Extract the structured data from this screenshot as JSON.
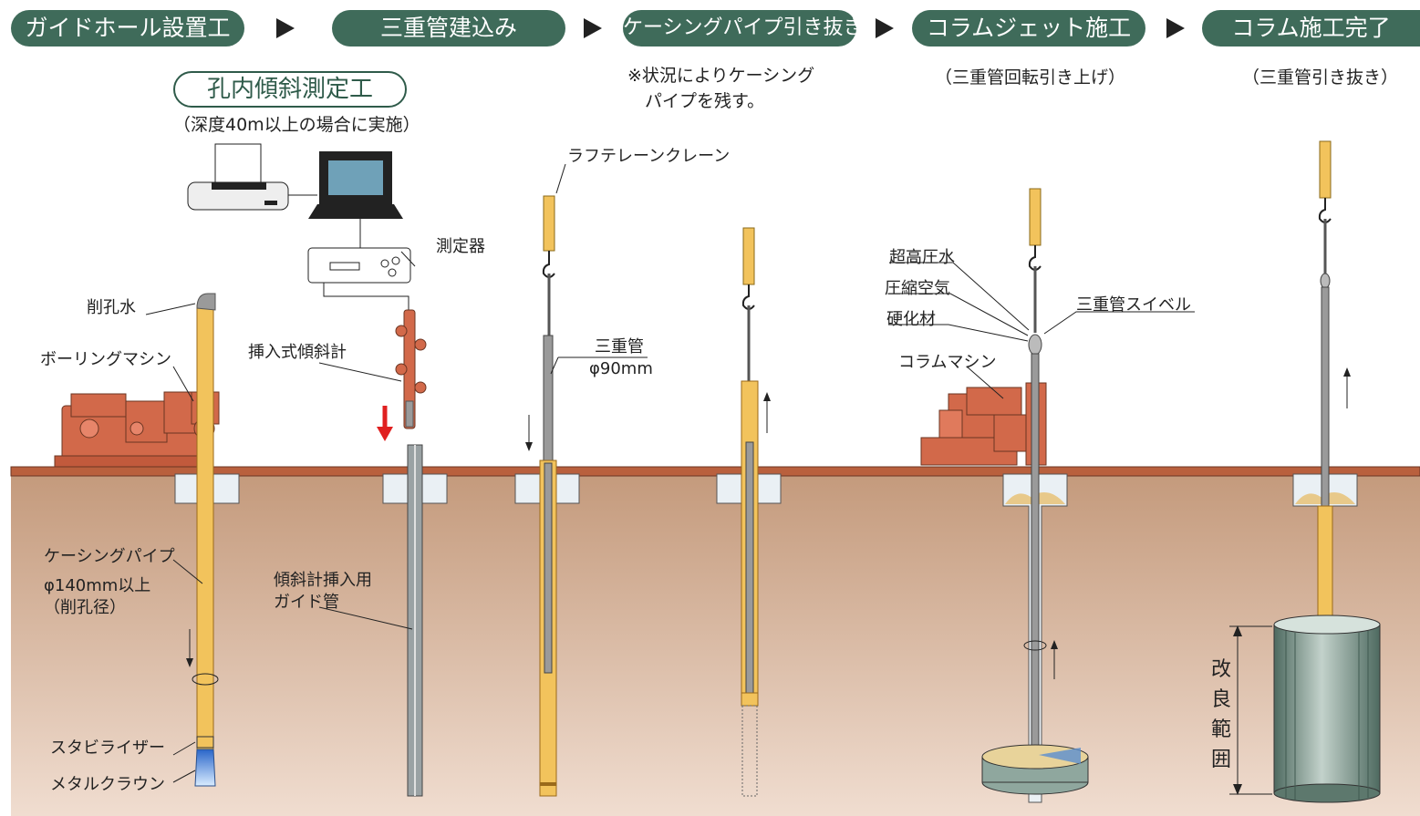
{
  "steps": [
    {
      "label": "ガイドホール設置工"
    },
    {
      "label": "三重管建込み"
    },
    {
      "label": "ケーシングパイプ引き抜き"
    },
    {
      "label": "コラムジェット施工"
    },
    {
      "label": "コラム施工完了"
    }
  ],
  "sub_step": {
    "title": "孔内傾斜測定工",
    "note": "（深度40m以上の場合に実施）"
  },
  "notes": {
    "casing_note_1": "※状況によりケーシング",
    "casing_note_2": "パイプを残す。",
    "jet_note": "（三重管回転引き上げ）",
    "done_note": "（三重管引き抜き）"
  },
  "labels": {
    "drill_water": "削孔水",
    "boring_machine": "ボーリングマシン",
    "casing_pipe": "ケーシングパイプ",
    "casing_dia": "φ140mm以上",
    "casing_dia_note": "（削孔径）",
    "stabilizer": "スタビライザー",
    "metal_crown": "メタルクラウン",
    "instrument": "測定器",
    "inclinometer": "挿入式傾斜計",
    "guide_pipe_1": "傾斜計挿入用",
    "guide_pipe_2": "ガイド管",
    "crane": "ラフテレーンクレーン",
    "triple_pipe": "三重管",
    "triple_dia": "φ90mm",
    "ultra_water": "超高圧水",
    "compressed_air": "圧縮空気",
    "hardener": "硬化材",
    "swivel": "三重管スイベル",
    "column_machine": "コラムマシン",
    "improvement_zone": "改良範囲"
  },
  "colors": {
    "header_green": "#3f6b5a",
    "ground": "#d9b9a0",
    "ground_surface": "#b9603d",
    "machine": "#d2694a",
    "pipe": "#f2c35c",
    "rod": "#8c8c8c",
    "column": "#7f9a90",
    "arrow_red": "#e02020"
  }
}
